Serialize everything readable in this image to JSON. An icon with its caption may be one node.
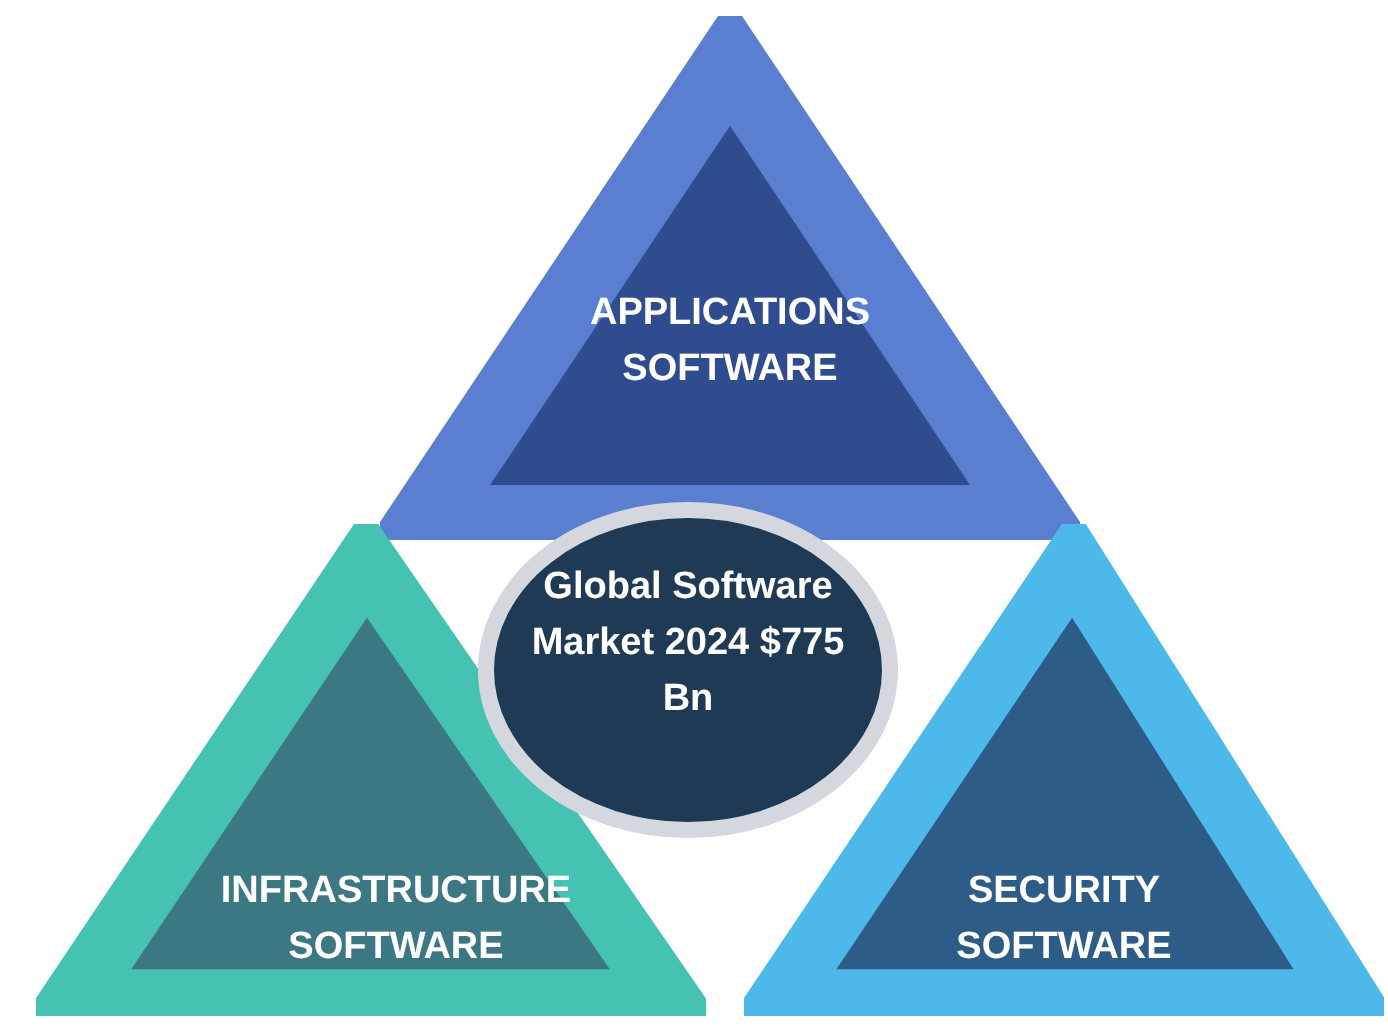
{
  "diagram": {
    "nodes": [
      {
        "text": [
          "APPLICATIONS SOFTWARE"
        ]
      },
      {
        "text": [
          "Global Software Market 2024 $775 Bn"
        ]
      },
      {
        "text": [
          "INFRASTRUCTURE SOFTWARE"
        ]
      },
      {
        "text": [
          "SECURITY SOFTWARE"
        ]
      }
    ]
  }
}
